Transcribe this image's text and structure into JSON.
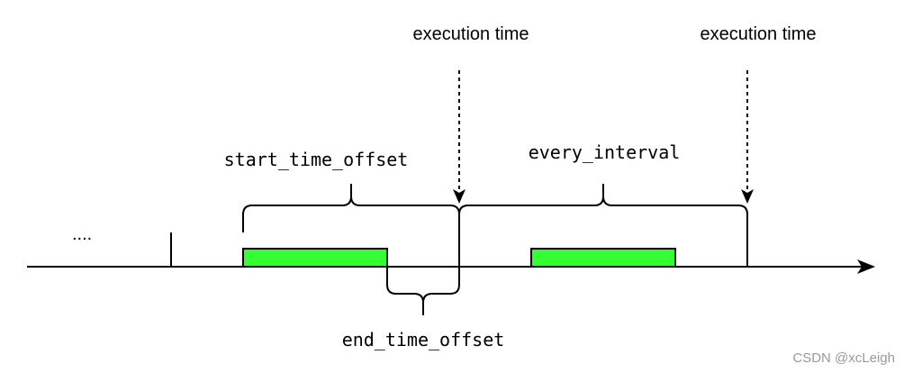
{
  "labels": {
    "execution_time_1": "execution time",
    "execution_time_2": "execution time",
    "start_time_offset": "start_time_offset",
    "every_interval": "every_interval",
    "end_time_offset": "end_time_offset",
    "ellipsis": "....",
    "watermark": "CSDN @xcLeigh"
  },
  "colors": {
    "line": "#000000",
    "window_fill": "#33ff33",
    "window_stroke": "#000000",
    "watermark": "#9a9a9a"
  }
}
